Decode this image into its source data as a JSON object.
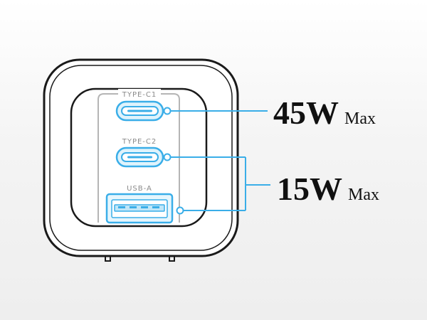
{
  "ports": {
    "c1_label": "TYPE-C1",
    "c2_label": "TYPE-C2",
    "usba_label": "USB-A"
  },
  "specs": {
    "top": {
      "watt": "45W",
      "max": "Max"
    },
    "bottom": {
      "watt": "15W",
      "max": "Max"
    }
  },
  "colors": {
    "accent": "#3aaee8",
    "outline": "#1a1a1a",
    "label": "#8a8a8a"
  },
  "icons": {
    "charger": "charger-outline-icon",
    "usb_c": "usb-c-port-icon",
    "usb_a": "usb-a-port-icon"
  }
}
